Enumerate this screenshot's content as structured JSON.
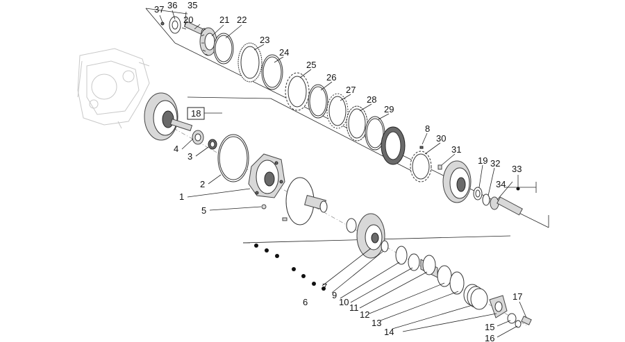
{
  "diagram": {
    "labels": [
      "1",
      "2",
      "3",
      "4",
      "5",
      "6",
      "7",
      "8",
      "9",
      "10",
      "11",
      "12",
      "13",
      "14",
      "15",
      "16",
      "17",
      "18",
      "19",
      "20",
      "21",
      "22",
      "23",
      "24",
      "25",
      "26",
      "27",
      "28",
      "29",
      "30",
      "31",
      "32",
      "33",
      "34",
      "35",
      "36",
      "37"
    ]
  }
}
